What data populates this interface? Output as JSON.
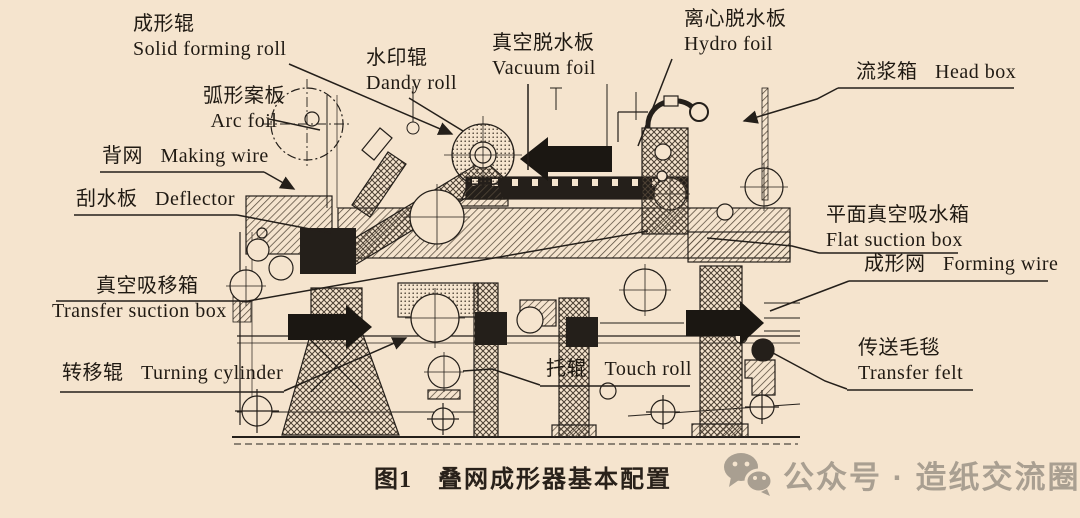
{
  "figure": {
    "caption": {
      "prefix": "图1",
      "title": "叠网成形器基本配置"
    }
  },
  "labels": [
    {
      "zh": "成形辊",
      "en": "Solid forming roll"
    },
    {
      "zh": "弧形案板",
      "en": "Arc foil"
    },
    {
      "zh": "水印辊",
      "en": "Dandy roll"
    },
    {
      "zh": "真空脱水板",
      "en": "Vacuum foil"
    },
    {
      "zh": "离心脱水板",
      "en": "Hydro foil"
    },
    {
      "zh": "流浆箱",
      "en": "Head box"
    },
    {
      "zh": "背网",
      "en": "Making wire"
    },
    {
      "zh": "刮水板",
      "en": "Deflector"
    },
    {
      "zh": "平面真空吸水箱",
      "en": "Flat suction box"
    },
    {
      "zh": "成形网",
      "en": "Forming wire"
    },
    {
      "zh": "真空吸移箱",
      "en": "Transfer suction box"
    },
    {
      "zh": "转移辊",
      "en": "Turning cylinder"
    },
    {
      "zh": "托辊",
      "en": "Touch roll"
    },
    {
      "zh": "传送毛毯",
      "en": "Transfer felt"
    }
  ],
  "watermark": {
    "text": "公众号 · 造纸交流圈",
    "icon": "wechat-icon",
    "color": "#a99f91"
  },
  "colors": {
    "background": "#f5e4ce",
    "ink": "#241f1a"
  }
}
